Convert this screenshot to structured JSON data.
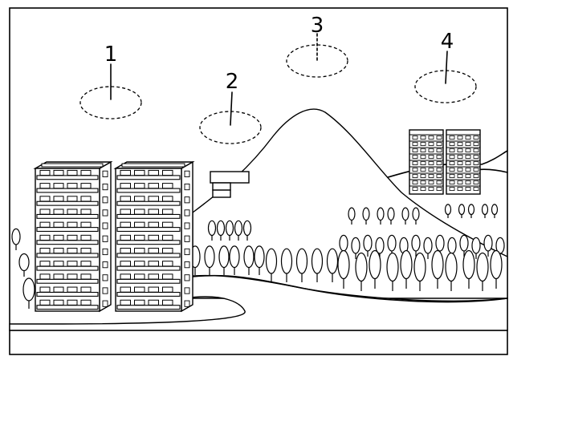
{
  "markers": [
    {
      "label": "1"
    },
    {
      "label": "2"
    },
    {
      "label": "3"
    },
    {
      "label": "4"
    }
  ]
}
